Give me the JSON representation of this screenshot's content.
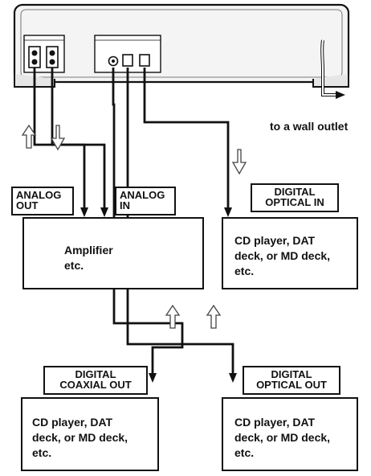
{
  "outlet_label": "to a wall outlet",
  "panel": {
    "analog_section": "",
    "digital_section": ""
  },
  "tags": {
    "analog_out": [
      "ANALOG",
      "OUT"
    ],
    "analog_in": [
      "ANALOG",
      "IN"
    ],
    "digital_optical_in": [
      "DIGITAL",
      "OPTICAL IN"
    ],
    "digital_coaxial_out": [
      "DIGITAL",
      "COAXIAL OUT"
    ],
    "digital_optical_out": [
      "DIGITAL",
      "OPTICAL OUT"
    ]
  },
  "devices": {
    "amplifier": [
      "Amplifier",
      "etc."
    ],
    "optical_in_device": [
      "CD player, DAT",
      "deck, or MD deck,",
      "etc."
    ],
    "coaxial_out_device": [
      "CD player, DAT",
      "deck, or MD deck,",
      "etc."
    ],
    "optical_out_device": [
      "CD player, DAT",
      "deck, or MD deck,",
      "etc."
    ]
  },
  "colors": {
    "line": "#111111",
    "device_body": "#f4f4f4",
    "signal_arrow_outline": "#444444"
  }
}
